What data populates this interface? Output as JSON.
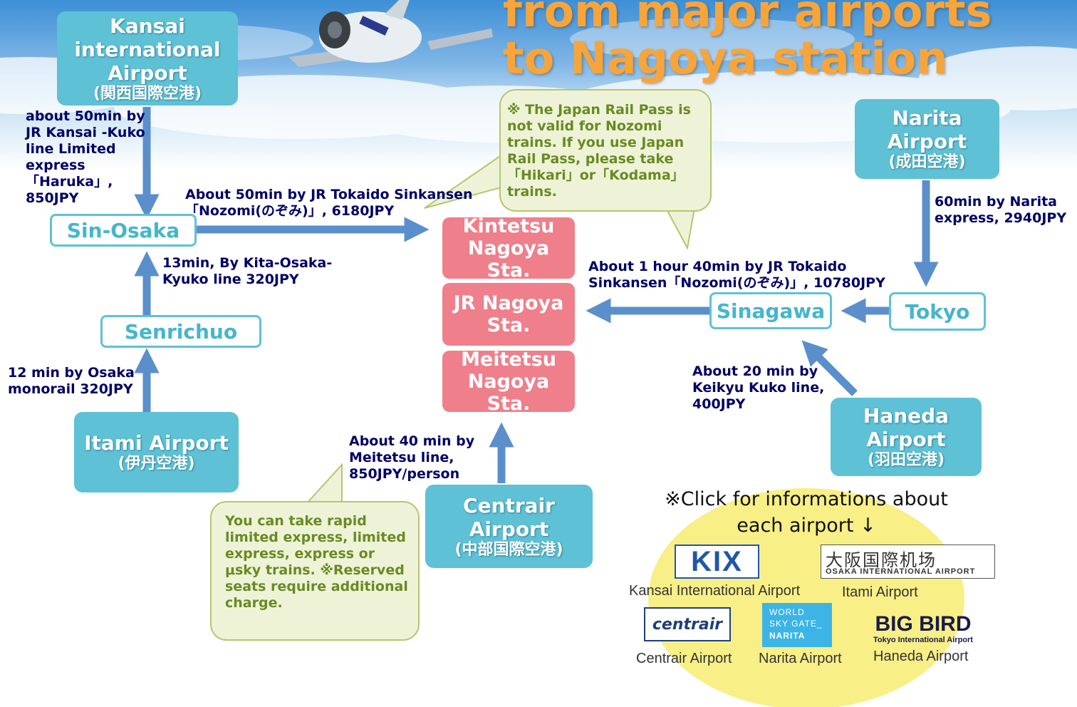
{
  "title": {
    "line1": "from major airports",
    "line2": "to Nagoya station"
  },
  "airports": {
    "kansai": {
      "name": "Kansai international Airport",
      "jp": "(関西国際空港)"
    },
    "narita": {
      "name": "Narita Airport",
      "jp": "(成田空港)"
    },
    "itami": {
      "name": "Itami Airport",
      "jp": "(伊丹空港)"
    },
    "centrair": {
      "name": "Centrair Airport",
      "jp": "(中部国際空港)"
    },
    "haneda": {
      "name": "Haneda Airport",
      "jp": "(羽田空港)"
    }
  },
  "stations": {
    "sin_osaka": "Sin-Osaka",
    "senrichuo": "Senrichuo",
    "sinagawa": "Sinagawa",
    "tokyo": "Tokyo",
    "kintetsu": "Kintetsu Nagoya Sta.",
    "jr": "JR Nagoya Sta.",
    "meitetsu": "Meitetsu Nagoya Sta."
  },
  "routes": {
    "kansai_to_sinosaka": "about 50min by JR Kansai -Kuko line Limited express 「Haruka」, 850JPY",
    "sinosaka_to_nagoya": "About 50min by JR Tokaido Sinkansen 「Nozomi(のぞみ)」, 6180JPY",
    "senrichuo_to_sinosaka": "13min, By Kita-Osaka-Kyuko line 320JPY",
    "itami_to_senrichuo": "12 min by Osaka monorail 320JPY",
    "narita_to_tokyo": "60min by Narita express, 2940JPY",
    "sinagawa_to_nagoya": "About 1 hour 40min by JR Tokaido Sinkansen「Nozomi(のぞみ)」, 10780JPY",
    "haneda_to_sinagawa": "About  20 min by Keikyu Kuko line, 400JPY",
    "centrair_to_meitetsu": "About 40 min by Meitetsu line, 850JPY/person"
  },
  "notes": {
    "jrpass": "※ The Japan Rail Pass is not valid for Nozomi trains. If you use Japan Rail Pass, please take 「Hikari」or「Kodama」 trains.",
    "meitetsu": "You can take rapid limited express, limited express, express or μsky trains. ※Reserved seats require additional charge."
  },
  "click_note": "※Click for informations about each airport ↓",
  "logos": {
    "kix": {
      "mark": "KIX",
      "label": "Kansai International Airport"
    },
    "itami": {
      "mark_jp": "大阪国際机场",
      "mark_en": "OSAKA INTERNATIONAL AIRPORT",
      "label": "Itami Airport"
    },
    "centrair": {
      "mark": "centrair",
      "label": "Centrair Airport"
    },
    "narita": {
      "mark1": "WORLD",
      "mark2": "SKY GATE_",
      "mark3": "NARITA",
      "label": "Narita Airport"
    },
    "haneda": {
      "mark1": "BIG BIRD",
      "mark2": "Tokyo International Airport",
      "label": "Haneda Airport"
    }
  },
  "colors": {
    "airport": "#5ec1d6",
    "nagoya_station": "#ee7f8b",
    "arrow": "#5b8fcb",
    "route_text": "#000066",
    "note_text": "#6a8a22",
    "title": "#f7a53b"
  }
}
